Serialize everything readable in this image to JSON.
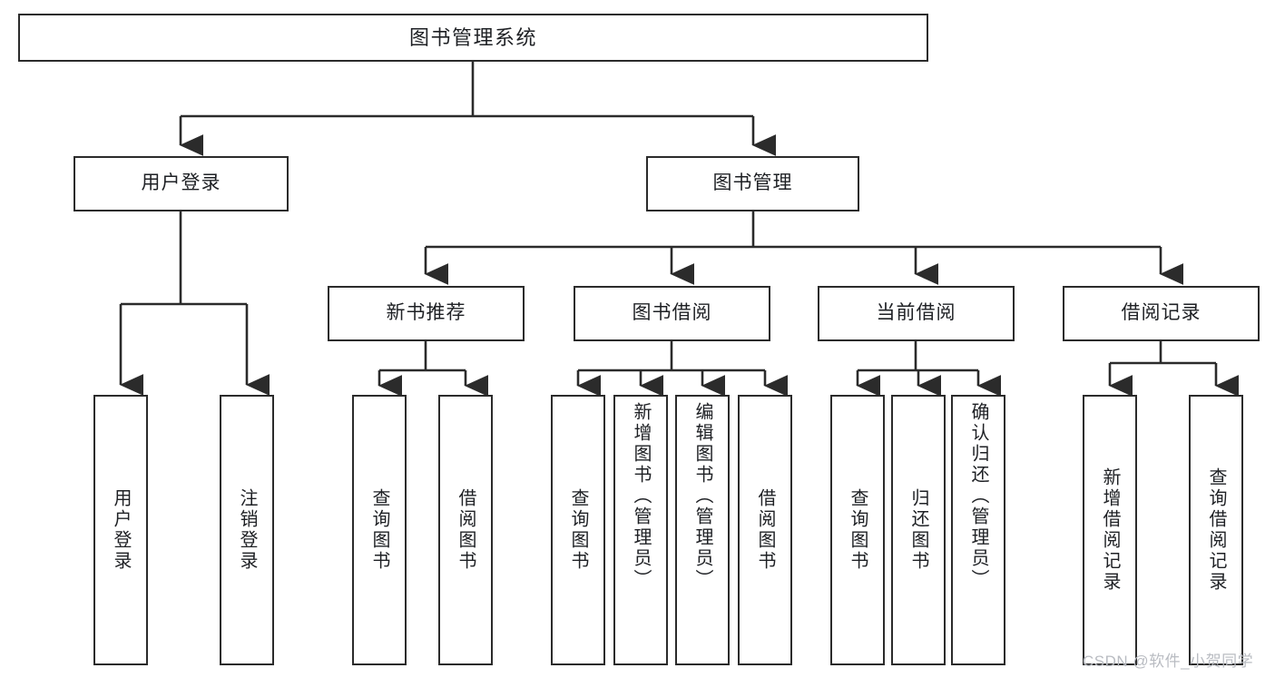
{
  "diagram": {
    "title": "图书管理系统",
    "type": "tree-hierarchy",
    "watermark": "CSDN @软件_小贺同学",
    "colors": {
      "box_border": "#2b2b2b",
      "box_fill": "#ffffff",
      "connector": "#2b2b2b",
      "text": "#1e2024",
      "watermark": "#b9bcc2",
      "background": "#ffffff"
    },
    "root": {
      "label": "图书管理系统"
    },
    "level2": [
      {
        "id": "user-login",
        "label": "用户登录"
      },
      {
        "id": "book-management",
        "label": "图书管理"
      }
    ],
    "level3": [
      {
        "id": "new-book-recommend",
        "label": "新书推荐",
        "parent": "book-management"
      },
      {
        "id": "book-borrow",
        "label": "图书借阅",
        "parent": "book-management"
      },
      {
        "id": "current-borrow",
        "label": "当前借阅",
        "parent": "book-management"
      },
      {
        "id": "borrow-record",
        "label": "借阅记录",
        "parent": "book-management"
      }
    ],
    "leaves": {
      "user-login": [
        {
          "id": "leaf-user-login",
          "label": "用户登录"
        },
        {
          "id": "leaf-logout-login",
          "label": "注销登录"
        }
      ],
      "new-book-recommend": [
        {
          "id": "leaf-query-book-1",
          "label": "查询图书"
        },
        {
          "id": "leaf-borrow-book-1",
          "label": "借阅图书"
        }
      ],
      "book-borrow": [
        {
          "id": "leaf-query-book-2",
          "label": "查询图书"
        },
        {
          "id": "leaf-add-book-admin",
          "label": "新增图书（管理员）"
        },
        {
          "id": "leaf-edit-book-admin",
          "label": "编辑图书（管理员）"
        },
        {
          "id": "leaf-borrow-book-2",
          "label": "借阅图书"
        }
      ],
      "current-borrow": [
        {
          "id": "leaf-query-book-3",
          "label": "查询图书"
        },
        {
          "id": "leaf-return-book",
          "label": "归还图书"
        },
        {
          "id": "leaf-confirm-return-admin",
          "label": "确认归还（管理员）"
        }
      ],
      "borrow-record": [
        {
          "id": "leaf-add-borrow-record",
          "label": "新增借阅记录"
        },
        {
          "id": "leaf-query-borrow-record",
          "label": "查询借阅记录"
        }
      ]
    }
  }
}
